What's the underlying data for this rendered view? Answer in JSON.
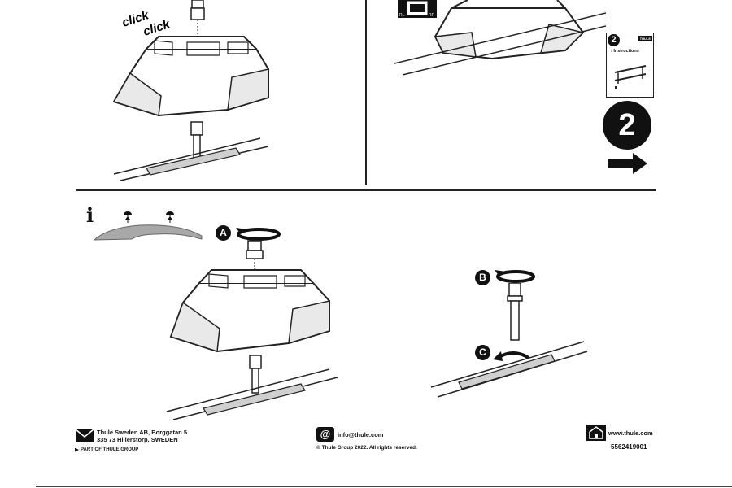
{
  "top_left": {
    "click_1": "click",
    "click_2": "click"
  },
  "page_ref": {
    "step_number": "2",
    "brand_tag": "THULE",
    "link_text": "› Instructions"
  },
  "next_step": {
    "number": "2"
  },
  "top_right": {
    "corner_labels": [
      "RL",
      "RR"
    ]
  },
  "info": {
    "icon_letter": "i"
  },
  "markers": {
    "a": "A",
    "b": "B",
    "c": "C"
  },
  "footer": {
    "company_line1": "Thule Sweden AB, Borggatan 5",
    "company_line2": "335 73 Hillerstorp, SWEDEN",
    "group_note": "PART OF THULE GROUP",
    "email": "info@thule.com",
    "copyright": "© Thule Group 2022. All rights reserved.",
    "website": "www.thule.com",
    "doc_number": "5562419001"
  }
}
